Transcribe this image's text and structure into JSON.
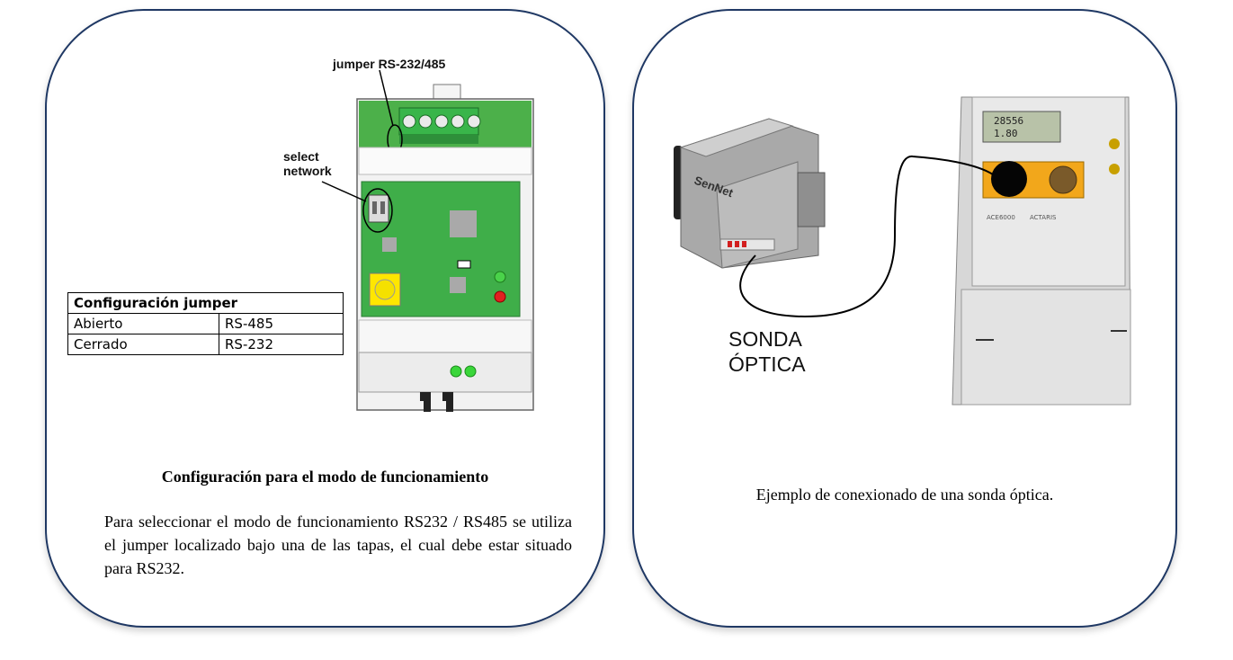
{
  "left_panel": {
    "callout_jumper": "jumper RS-232/485",
    "callout_select_line1": "select",
    "callout_select_line2": "network",
    "table": {
      "header": "Configuración jumper",
      "rows": [
        {
          "state": "Abierto",
          "mode": "RS-485"
        },
        {
          "state": "Cerrado",
          "mode": "RS-232"
        }
      ]
    },
    "title": "Configuración para el modo de funcionamiento",
    "body": "Para seleccionar el modo de funcionamiento RS232 / RS485 se utiliza el jumper localizado bajo una de las tapas, el cual debe estar situado para RS232."
  },
  "right_panel": {
    "probe_label_line1": "SONDA",
    "probe_label_line2": "ÓPTICA",
    "device_brand": "SenNet",
    "meter_display_line1": "28556",
    "meter_display_line2": "1.80",
    "meter_model": "ACE6000",
    "meter_brand": "ACTARIS",
    "caption": "Ejemplo de conexionado de una sonda óptica."
  },
  "colors": {
    "panel_border": "#1f3864",
    "board_green": "#3fae49",
    "terminal_green": "#2fb84a",
    "meter_orange": "#f2a71b"
  }
}
